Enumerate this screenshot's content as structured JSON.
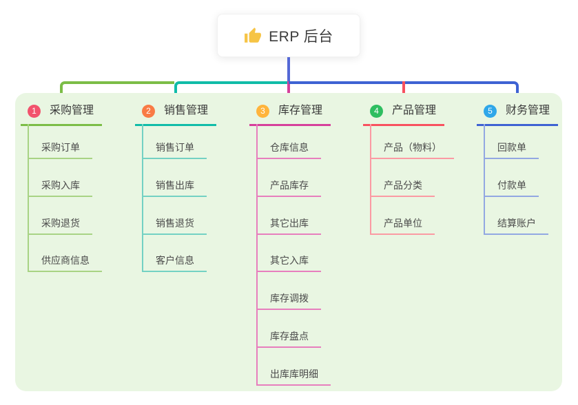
{
  "root": {
    "title": "ERP 后台",
    "icon": "thumbs-up-icon",
    "icon_color": "#F6C445"
  },
  "canvas": {
    "background_color": "#ffffff",
    "panel_color": "#E9F6E2",
    "trunk_color": "#5468D6",
    "title_text_color": "#3a3a3a",
    "child_text_color": "#4a4a4a"
  },
  "branches": [
    {
      "number": "1",
      "title": "采购管理",
      "badge_color": "#F2536D",
      "line_color": "#7CBD47",
      "child_line_color": "#A8D384",
      "children": [
        "采购订单",
        "采购入库",
        "采购退货",
        "供应商信息"
      ]
    },
    {
      "number": "2",
      "title": "销售管理",
      "badge_color": "#F97B45",
      "line_color": "#10BCA8",
      "child_line_color": "#73D1C3",
      "children": [
        "销售订单",
        "销售出库",
        "销售退货",
        "客户信息"
      ]
    },
    {
      "number": "3",
      "title": "库存管理",
      "badge_color": "#FFB43C",
      "line_color": "#D6409B",
      "child_line_color": "#E77EBD",
      "children": [
        "仓库信息",
        "产品库存",
        "其它出库",
        "其它入库",
        "库存调拨",
        "库存盘点",
        "出库库明细"
      ]
    },
    {
      "number": "4",
      "title": "产品管理",
      "badge_color": "#2EBE60",
      "line_color": "#F8515F",
      "child_line_color": "#FB9AA3",
      "children": [
        "产品（物料）",
        "产品分类",
        "产品单位"
      ]
    },
    {
      "number": "5",
      "title": "财务管理",
      "badge_color": "#2FA7E9",
      "line_color": "#3E62D3",
      "child_line_color": "#92A7E2",
      "children": [
        "回款单",
        "付款单",
        "结算账户"
      ]
    }
  ]
}
